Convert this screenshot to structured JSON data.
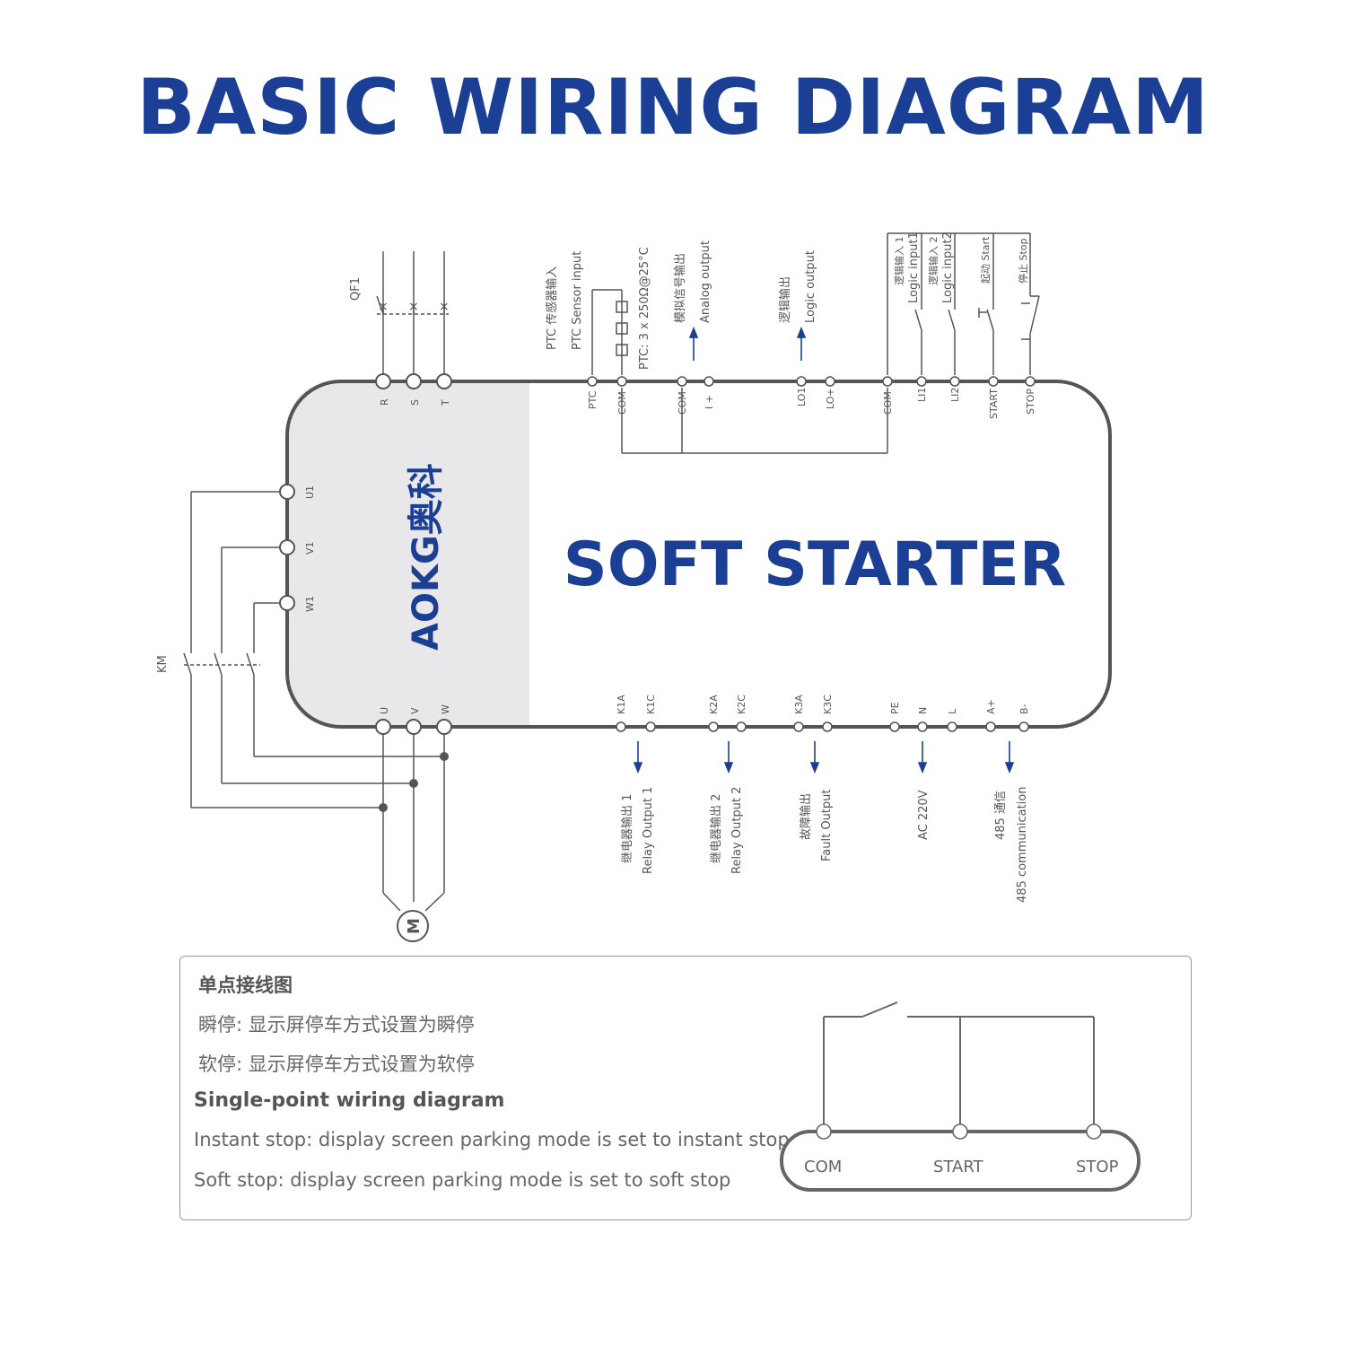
{
  "title": "BASIC WIRING DIAGRAM",
  "device": {
    "name": "SOFT STARTER",
    "logo_text": "AOKG奥科",
    "colors": {
      "title": "#1b3f94",
      "logo_blue": "#1b3f94",
      "logo_green": "#3bb24a",
      "outline": "#555555",
      "gray_panel": "#e8e8eb"
    }
  },
  "breaker": {
    "label": "QF1"
  },
  "contactor": {
    "label": "KM"
  },
  "motor": {
    "label": "M"
  },
  "top_terminals": {
    "power": [
      "R",
      "S",
      "T"
    ],
    "signal": [
      "PTC",
      "COM",
      "COM",
      "I +",
      "LO1",
      "LO+",
      "COM",
      "LI1",
      "LI2",
      "START",
      "STOP"
    ]
  },
  "side_terminals": [
    "U1",
    "V1",
    "W1"
  ],
  "bottom_terminals": {
    "power": [
      "U",
      "V",
      "W"
    ],
    "signal": [
      "K1A",
      "K1C",
      "K2A",
      "K2C",
      "K3A",
      "K3C",
      "PE",
      "N",
      "L",
      "A+",
      "B-"
    ]
  },
  "top_labels": {
    "ptc_cn": "PTC 传感器输入",
    "ptc_en": "PTC Sensor input",
    "ptc_spec": "PTC:  3 x 250Ω@25°C",
    "analog_cn": "模拟信号输出",
    "analog_en": "Analog output",
    "logic_out_cn": "逻辑输出",
    "logic_out_en": "Logic output",
    "li1_cn": "逻辑输入 1",
    "li1_en": "Logic input1",
    "li2_cn": "逻辑输入 2",
    "li2_en": "Logic input2",
    "start_label": "起动 Start",
    "stop_label": "停止 Stop"
  },
  "bottom_labels": {
    "relay1_cn": "继电器输出 1",
    "relay1_en": "Relay Output 1",
    "relay2_cn": "继电器输出 2",
    "relay2_en": "Relay Output 2",
    "fault_cn": "故障输出",
    "fault_en": "Fault Output",
    "ac": "AC 220V",
    "comm_cn": "485 通信",
    "comm_en": "485 communication"
  },
  "note": {
    "cn_title": "单点接线图",
    "cn_line1": "瞬停: 显示屏停车方式设置为瞬停",
    "cn_line2": "软停: 显示屏停车方式设置为软停",
    "en_title": "Single-point wiring diagram",
    "en_line1": "Instant stop: display screen parking mode is set to instant stop",
    "en_line2": "Soft stop: display screen parking mode is set to soft stop",
    "terminals": [
      "COM",
      "START",
      "STOP"
    ]
  }
}
